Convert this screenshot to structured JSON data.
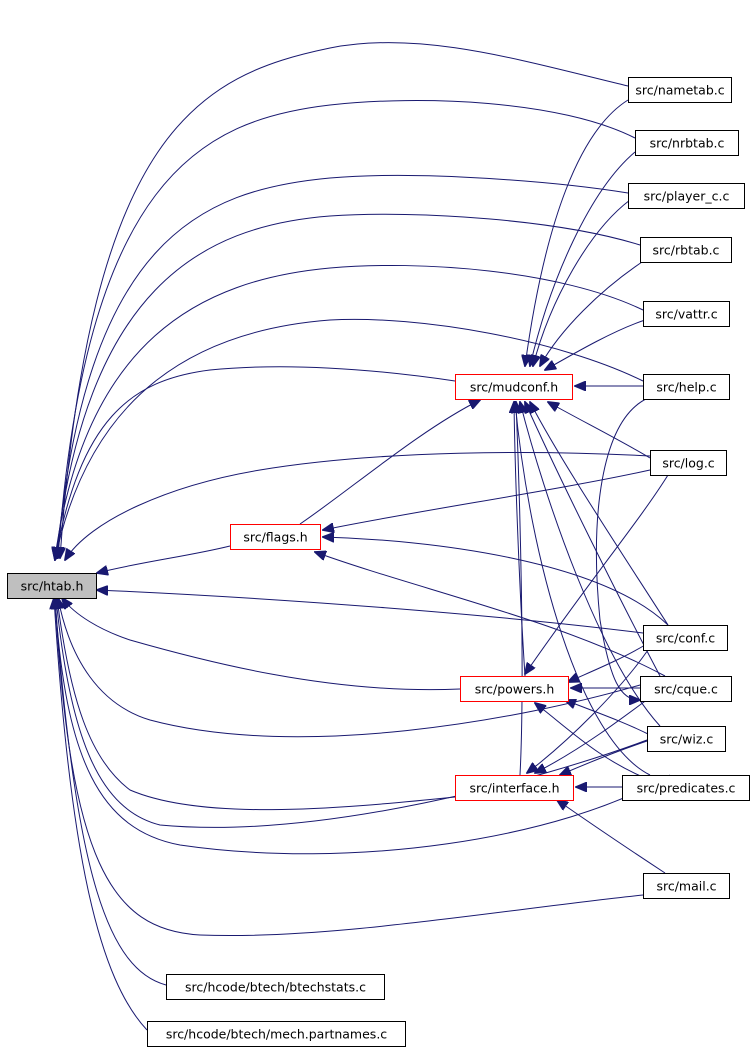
{
  "colors": {
    "edge": "#191970",
    "box_normal": "#000000",
    "box_highlight": "#ff0000",
    "root_fill": "#bfbfbf",
    "fill": "#ffffff"
  },
  "nodes": {
    "htab": "src/htab.h",
    "flags": "src/flags.h",
    "mudconf": "src/mudconf.h",
    "powers": "src/powers.h",
    "interface": "src/interface.h",
    "nametab": "src/nametab.c",
    "nrbtab": "src/nrbtab.c",
    "player_c": "src/player_c.c",
    "rbtab": "src/rbtab.c",
    "vattr": "src/vattr.c",
    "help": "src/help.c",
    "log": "src/log.c",
    "conf": "src/conf.c",
    "cque": "src/cque.c",
    "wiz": "src/wiz.c",
    "predicates": "src/predicates.c",
    "mail": "src/mail.c",
    "btechstats": "src/hcode/btech/btechstats.c",
    "partnames": "src/hcode/btech/mech.partnames.c"
  },
  "edges": [
    [
      "nametab",
      "htab"
    ],
    [
      "nrbtab",
      "htab"
    ],
    [
      "player_c",
      "htab"
    ],
    [
      "rbtab",
      "htab"
    ],
    [
      "vattr",
      "htab"
    ],
    [
      "help",
      "htab"
    ],
    [
      "mudconf",
      "htab"
    ],
    [
      "log",
      "htab"
    ],
    [
      "flags",
      "htab"
    ],
    [
      "conf",
      "htab"
    ],
    [
      "powers",
      "htab"
    ],
    [
      "cque",
      "htab"
    ],
    [
      "interface",
      "htab"
    ],
    [
      "wiz",
      "htab"
    ],
    [
      "predicates",
      "htab"
    ],
    [
      "mail",
      "htab"
    ],
    [
      "btechstats",
      "htab"
    ],
    [
      "partnames",
      "htab"
    ],
    [
      "nametab",
      "mudconf"
    ],
    [
      "nrbtab",
      "mudconf"
    ],
    [
      "player_c",
      "mudconf"
    ],
    [
      "rbtab",
      "mudconf"
    ],
    [
      "vattr",
      "mudconf"
    ],
    [
      "help",
      "mudconf"
    ],
    [
      "log",
      "mudconf"
    ],
    [
      "conf",
      "mudconf"
    ],
    [
      "cque",
      "mudconf"
    ],
    [
      "wiz",
      "mudconf"
    ],
    [
      "predicates",
      "mudconf"
    ],
    [
      "flags",
      "mudconf"
    ],
    [
      "powers",
      "mudconf"
    ],
    [
      "interface",
      "mudconf"
    ],
    [
      "log",
      "flags"
    ],
    [
      "conf",
      "flags"
    ],
    [
      "cque",
      "flags"
    ],
    [
      "help",
      "flags"
    ],
    [
      "conf",
      "powers"
    ],
    [
      "cque",
      "powers"
    ],
    [
      "wiz",
      "powers"
    ],
    [
      "predicates",
      "powers"
    ],
    [
      "log",
      "powers"
    ],
    [
      "conf",
      "interface"
    ],
    [
      "cque",
      "interface"
    ],
    [
      "wiz",
      "interface"
    ],
    [
      "predicates",
      "interface"
    ],
    [
      "mail",
      "interface"
    ]
  ]
}
